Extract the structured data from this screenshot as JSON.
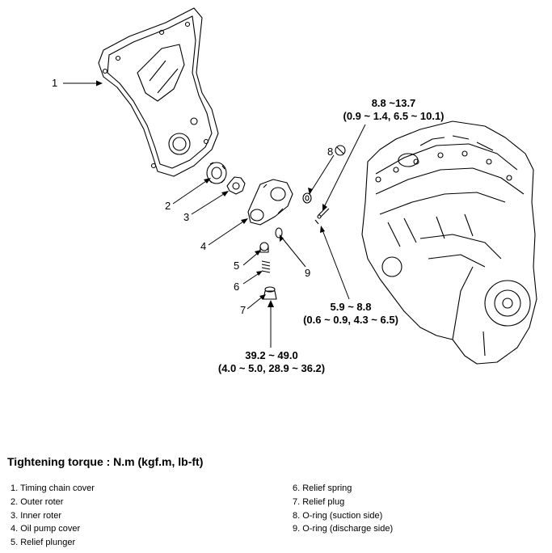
{
  "callouts": [
    "1",
    "2",
    "3",
    "4",
    "5",
    "6",
    "7",
    "8",
    "9"
  ],
  "torques": {
    "t1_line1": "8.8 ~13.7",
    "t1_line2": "(0.9 ~ 1.4, 6.5 ~ 10.1)",
    "t2_line1": "5.9 ~ 8.8",
    "t2_line2": "(0.6 ~ 0.9, 4.3 ~ 6.5)",
    "t3_line1": "39.2 ~ 49.0",
    "t3_line2": "(4.0 ~ 5.0, 28.9 ~ 36.2)"
  },
  "legend": {
    "title": "Tightening torque : N.m (kgf.m, lb-ft)",
    "left": [
      "1. Timing chain cover",
      "2. Outer roter",
      "3. Inner roter",
      "4. Oil pump cover",
      "5. Relief plunger"
    ],
    "right": [
      "6. Relief spring",
      "7. Relief plug",
      "8. O-ring (suction side)",
      "9. O-ring (discharge side)"
    ]
  }
}
